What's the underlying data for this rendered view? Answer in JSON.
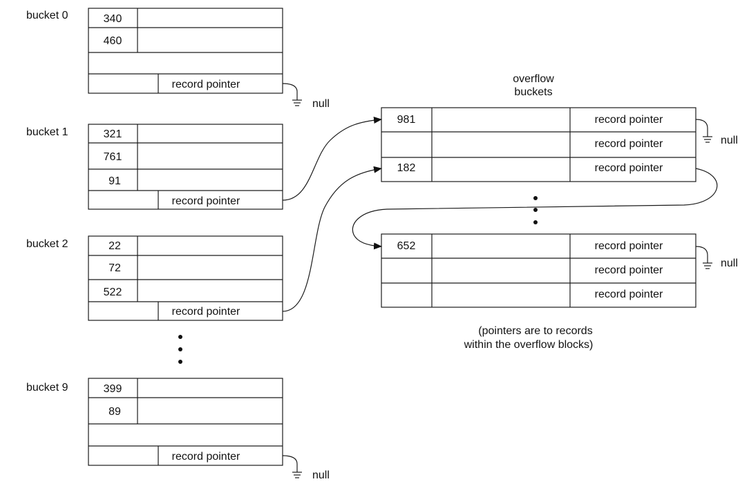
{
  "buckets": [
    {
      "label": "bucket 0",
      "keys": [
        "340",
        "460"
      ],
      "pointer": "record pointer",
      "null": "null"
    },
    {
      "label": "bucket 1",
      "keys": [
        "321",
        "761",
        "91"
      ],
      "pointer": "record pointer"
    },
    {
      "label": "bucket 2",
      "keys": [
        "22",
        "72",
        "522"
      ],
      "pointer": "record pointer"
    },
    {
      "label": "bucket 9",
      "keys": [
        "399",
        "89"
      ],
      "pointer": "record pointer",
      "null": "null"
    }
  ],
  "overflow": {
    "title_line1": "overflow",
    "title_line2": "buckets",
    "block1": {
      "rows": [
        {
          "key": "981",
          "pointer": "record pointer"
        },
        {
          "key": "",
          "pointer": "record pointer"
        },
        {
          "key": "182",
          "pointer": "record pointer"
        }
      ],
      "null": "null"
    },
    "block2": {
      "rows": [
        {
          "key": "652",
          "pointer": "record pointer"
        },
        {
          "key": "",
          "pointer": "record pointer"
        },
        {
          "key": "",
          "pointer": "record pointer"
        }
      ],
      "null": "null"
    },
    "note_line1": "(pointers are to records",
    "note_line2": "within the overflow blocks)"
  }
}
